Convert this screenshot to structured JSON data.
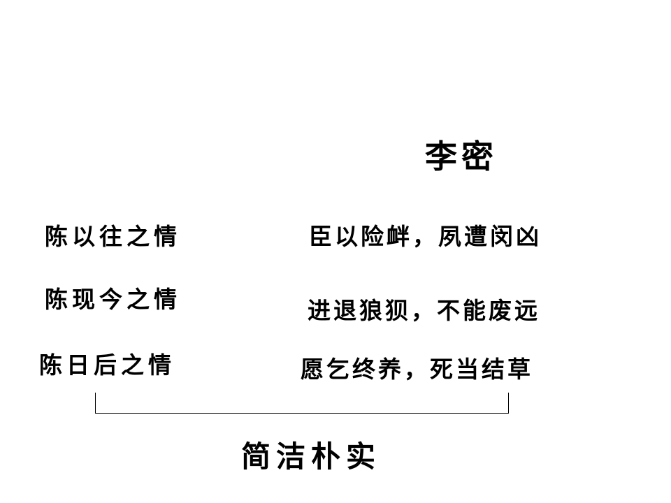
{
  "title": "李密",
  "left_items": [
    "陈以往之情",
    "陈现今之情",
    "陈日后之情"
  ],
  "right_items": [
    "臣以险衅，夙遭闵凶",
    "进退狼狈，不能废远",
    "愿乞终养，死当结草"
  ],
  "summary": "简洁朴实"
}
